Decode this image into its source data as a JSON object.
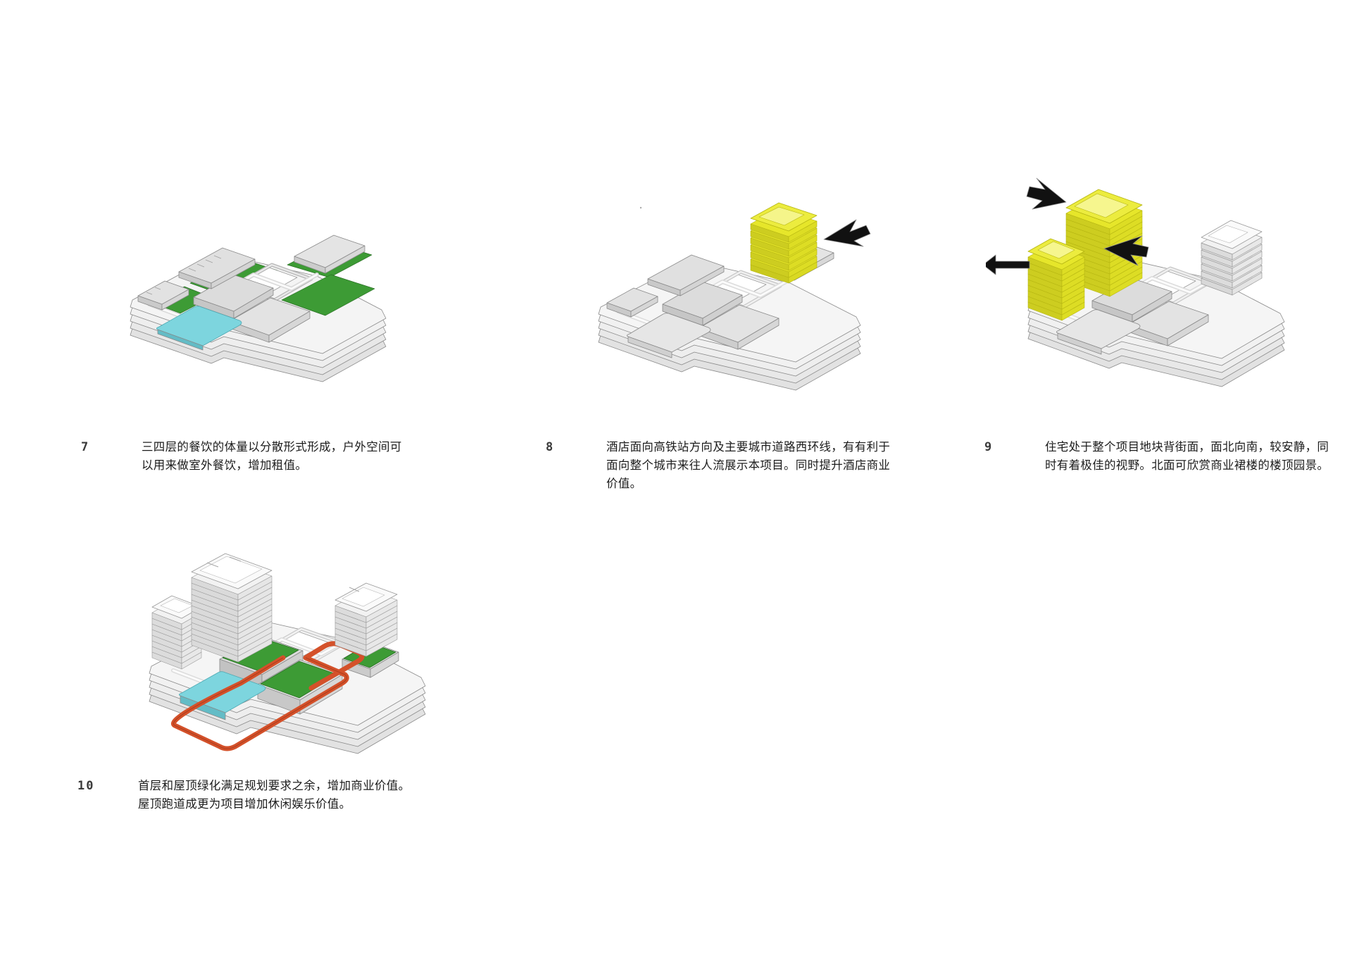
{
  "document": {
    "type": "architectural-massing-diagram-board",
    "background_color": "#ffffff",
    "palette": {
      "green_roof": "#3d9b35",
      "green_roof_shade": "#2f7c2a",
      "water_pool": "#7dd5de",
      "water_pool_shade": "#63bcc6",
      "highlight_yellow": "#e6e62a",
      "highlight_yellow_shade": "#c9c91e",
      "running_track": "#d4512a",
      "running_track_shade": "#b03f1f",
      "massing_light": "#ececec",
      "massing_mid": "#d8d8d8",
      "massing_dark": "#c0c0c0",
      "outline": "#7a7a7a",
      "arrow_black": "#111111",
      "text_color": "#1c1c1c",
      "number_color": "#3a3a3a"
    }
  },
  "panels": [
    {
      "number": "7",
      "caption": "三四层的餐饮的体量以分散形式形成，户外空间可\n以用来做室外餐饮，增加租值。",
      "diagram_name": "podium-green-roof-dining-terraces",
      "highlight": "green-roof-and-pool"
    },
    {
      "number": "8",
      "caption": "酒店面向高铁站方向及主要城市道路西环线，有有利于\n面向整个城市来往人流展示本项目。同时提升酒店商业\n价值。",
      "diagram_name": "hotel-tower-orientation",
      "highlight": "yellow-hotel-tower"
    },
    {
      "number": "9",
      "caption": "住宅处于整个项目地块背街面，面北向南，较安静，同\n时有着极佳的视野。北面可欣赏商业裙楼的楼顶园景。",
      "diagram_name": "residential-towers-orientation",
      "highlight": "yellow-residential-towers"
    },
    {
      "number": "10",
      "caption": "首层和屋顶绿化满足规划要求之余，增加商业价值。\n屋顶跑道成更为项目增加休闲娱乐价值。",
      "diagram_name": "roof-greenery-and-running-track",
      "highlight": "green-roof-pool-and-orange-running-track"
    }
  ]
}
